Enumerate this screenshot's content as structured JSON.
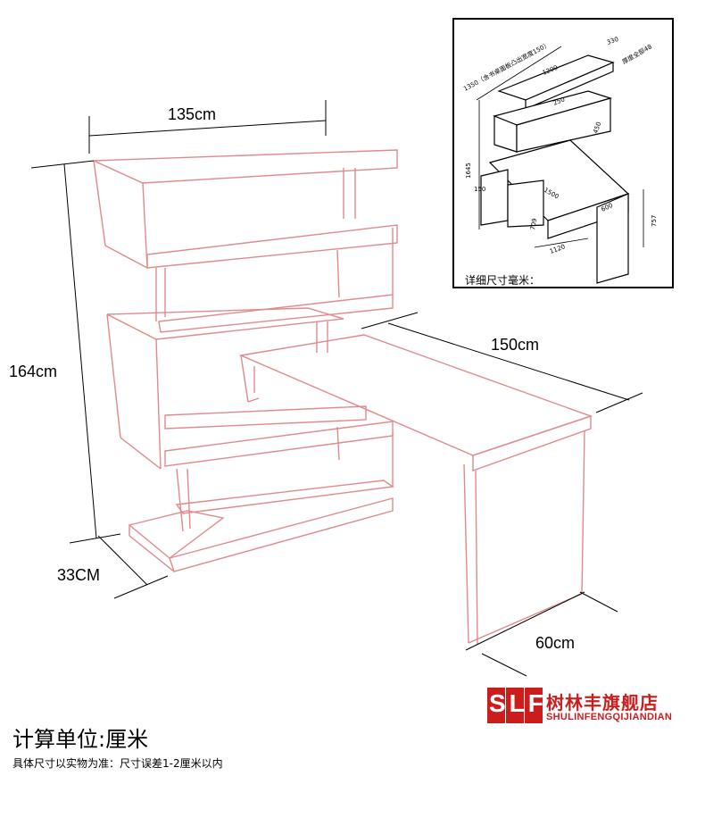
{
  "dimensions": {
    "width": "135cm",
    "height": "164cm",
    "desk_length": "150cm",
    "depth_shelf": "33CM",
    "depth_desk": "60cm"
  },
  "inset": {
    "labels": [
      "1350（含书桌面板凸出宽度150）",
      "330",
      "厚度全部48",
      "1200",
      "250",
      "450",
      "1645",
      "150",
      "1500",
      "600",
      "757",
      "709",
      "1120"
    ],
    "caption": "详细尺寸毫米："
  },
  "brand": {
    "logo_text": "SLF",
    "name": "树林丰旗舰店",
    "subtitle": "SHULINFENGQIJIANDIAN",
    "color": "#cc1d1d"
  },
  "footer": {
    "unit_title": "计算单位:厘米",
    "unit_note": "具体尺寸以实物为准：尺寸误差1-2厘米以内"
  },
  "colors": {
    "furniture_line": "#e08a8a",
    "dimension_line": "#000000"
  }
}
